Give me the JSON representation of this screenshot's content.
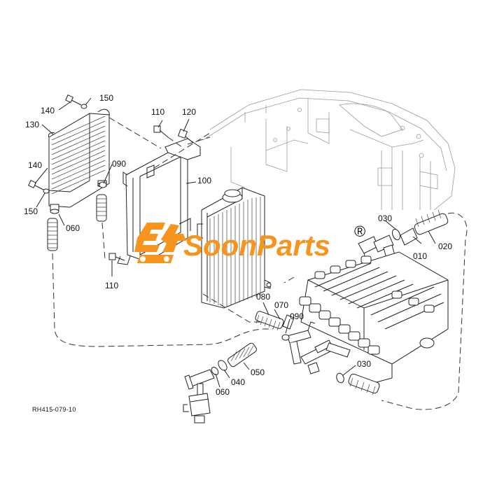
{
  "drawing_code": "RH415-079-10",
  "watermark": {
    "brand": "SoonParts",
    "registered_mark": "®",
    "color": "#f7941d"
  },
  "labels": {
    "p010": "010",
    "p020": "020",
    "p030a": "030",
    "p030b": "030",
    "p040": "040",
    "p050": "050",
    "p060a": "060",
    "p060b": "060",
    "p070": "070",
    "p080": "080",
    "p090a": "090",
    "p090b": "090",
    "p100": "100",
    "p110a": "110",
    "p110b": "110",
    "p120": "120",
    "p130": "130",
    "p140a": "140",
    "p140b": "140",
    "p150a": "150",
    "p150b": "150"
  }
}
